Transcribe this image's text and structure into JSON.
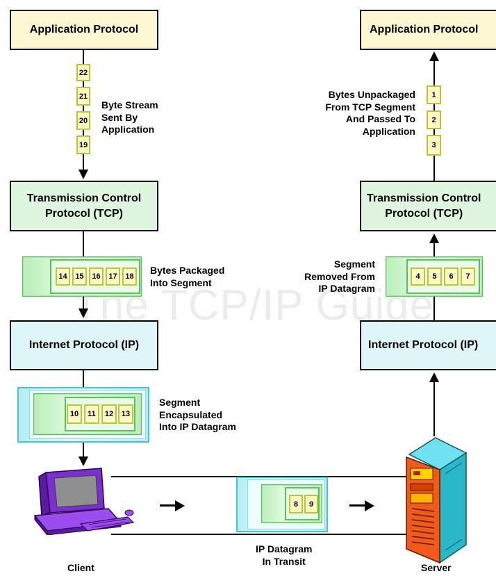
{
  "client": {
    "app_protocol": "Application Protocol",
    "tcp_protocol_line1": "Transmission Control",
    "tcp_protocol_line2": "Protocol (TCP)",
    "ip_protocol": "Internet Protocol (IP)",
    "byte_stream": [
      "22",
      "21",
      "20",
      "19"
    ],
    "byte_stream_label": [
      "Byte Stream",
      "Sent By",
      "Application"
    ],
    "tcp_segment_bytes": [
      "14",
      "15",
      "16",
      "17",
      "18"
    ],
    "tcp_segment_label": [
      "Bytes Packaged",
      "Into Segment"
    ],
    "ip_datagram_bytes": [
      "10",
      "11",
      "12",
      "13"
    ],
    "ip_datagram_label": [
      "Segment",
      "Encapsulated",
      "Into IP Datagram"
    ],
    "device_label": "Client"
  },
  "transit": {
    "bytes": [
      "8",
      "9"
    ],
    "label": [
      "IP Datagram",
      "In Transit"
    ]
  },
  "server": {
    "app_protocol": "Application Protocol",
    "tcp_protocol_line1": "Transmission Control",
    "tcp_protocol_line2": "Protocol (TCP)",
    "ip_protocol": "Internet Protocol (IP)",
    "bytes_out": [
      "1",
      "2",
      "3"
    ],
    "bytes_out_label": [
      "Bytes Unpackaged",
      "From TCP Segment",
      "And  Passed To",
      "Application"
    ],
    "segment_bytes": [
      "4",
      "5",
      "6",
      "7"
    ],
    "segment_label": [
      "Segment",
      "Removed From",
      "IP Datagram"
    ],
    "device_label": "Server"
  },
  "watermark": "The TCP/IP Guide",
  "colors": {
    "app_fill": "#fdf7d2",
    "tcp_fill": "#dff5df",
    "ip_fill": "#dff6f9",
    "byte_fill": "#fcf9c6",
    "byte_border": "#b9c531",
    "tcp_segment_border": "#58c458",
    "ip_datagram_border": "#43c7cf",
    "client_color": "#8a2be2",
    "server_color": "#2ab8c8"
  },
  "icons": [
    "client-computer-icon",
    "server-tower-icon"
  ]
}
